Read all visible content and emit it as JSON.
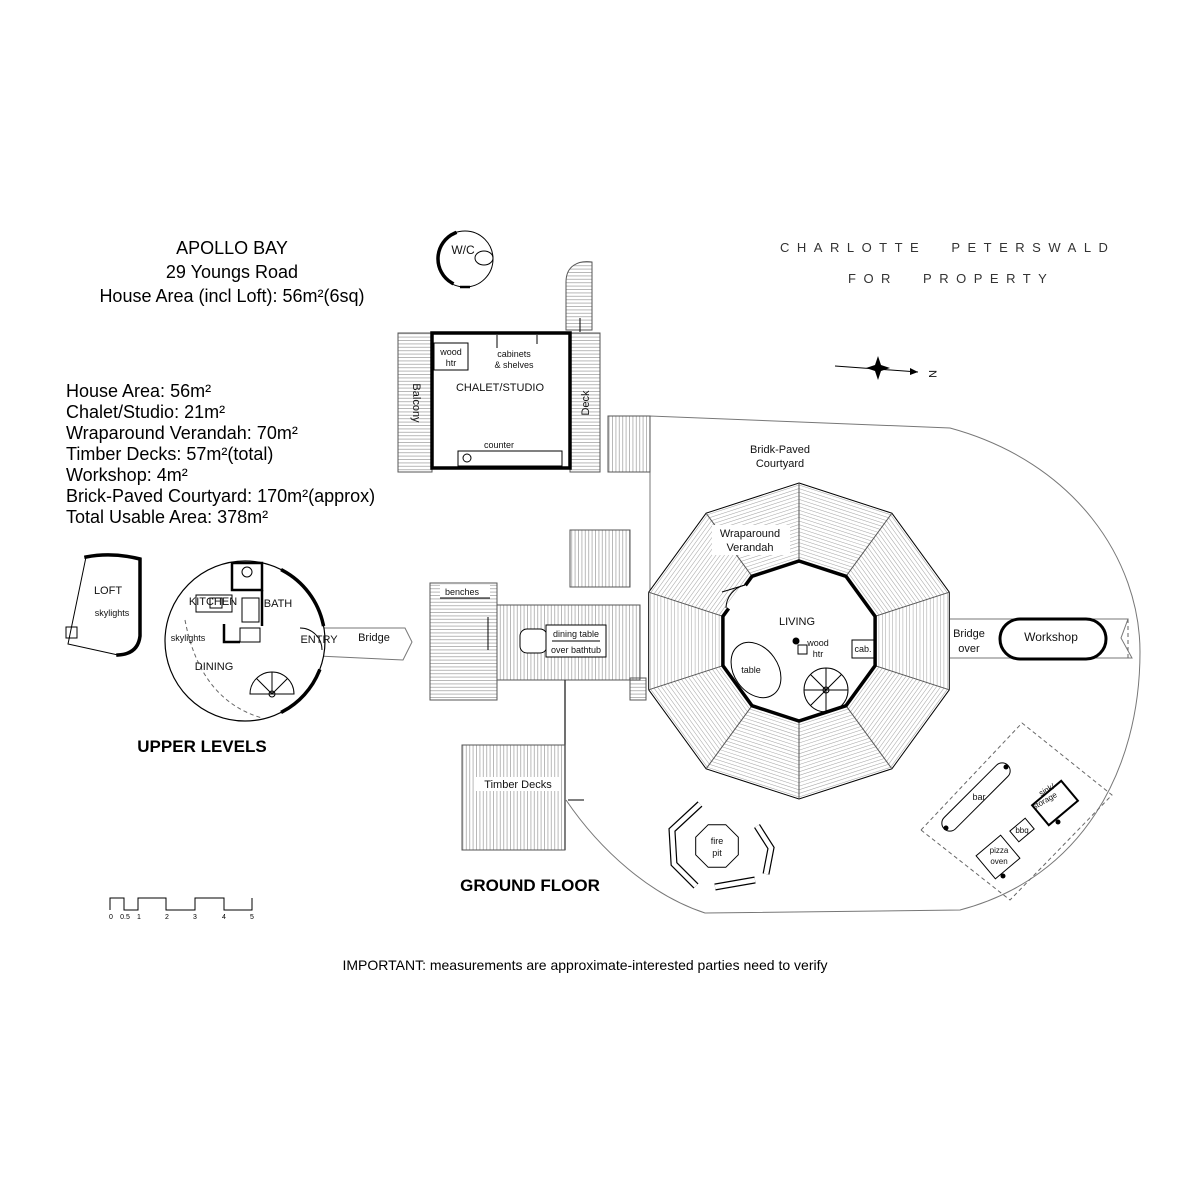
{
  "header": {
    "title": "APOLLO BAY",
    "address": "29 Youngs Road",
    "house_area": "House Area (incl Loft): 56m²(6sq)"
  },
  "areas": [
    "House Area: 56m²",
    "Chalet/Studio: 21m²",
    "Wraparound Verandah: 70m²",
    "Timber Decks: 57m²(total)",
    "Workshop: 4m²",
    "Brick-Paved Courtyard: 170m²(approx)",
    "Total Usable Area: 378m²"
  ],
  "agency": {
    "name": "CHARLOTTE PETERSWALD",
    "tagline": "FOR PROPERTY"
  },
  "compass": {
    "north": "N"
  },
  "wc": {
    "label": "W/C"
  },
  "chalet": {
    "wood_heater": [
      "wood",
      "htr"
    ],
    "cabinets": [
      "cabinets",
      "& shelves"
    ],
    "title": "CHALET/STUDIO",
    "balcony": "Balcony",
    "deck": "Deck",
    "counter": "counter"
  },
  "courtyard": {
    "label": [
      "Bridk-Paved",
      "Courtyard"
    ]
  },
  "verandah": {
    "label": [
      "Wraparound",
      "Verandah"
    ]
  },
  "living": {
    "title": "LIVING",
    "wood_heater": [
      "wood",
      "htr"
    ],
    "cabinet": "cab.",
    "table": "table"
  },
  "bridge_over": {
    "label": [
      "Bridge",
      "over"
    ]
  },
  "workshop": {
    "label": "Workshop"
  },
  "upper": {
    "loft": "LOFT",
    "loft_skylights": "skylights",
    "kitchen": "KITCHEN",
    "bath": "BATH",
    "skylights": "skylights",
    "entry": "ENTRY",
    "dining": "DINING",
    "bridge": "Bridge",
    "heading": "UPPER LEVELS"
  },
  "ground": {
    "benches": "benches",
    "dining_table": [
      "dining table",
      "over bathtub"
    ],
    "timber_decks": "Timber Decks",
    "heading": "GROUND FLOOR"
  },
  "outdoor": {
    "fire_pit": [
      "fire",
      "pit"
    ],
    "bar": "bar",
    "sink_storage": [
      "sink/",
      "storage"
    ],
    "bbq": "bbq",
    "pizza_oven": [
      "pizza",
      "oven"
    ]
  },
  "scale": {
    "labels": [
      "0",
      "0.5",
      "1",
      "2",
      "3",
      "4",
      "5"
    ]
  },
  "notice": "IMPORTANT: measurements are approximate-interested parties need to verify"
}
